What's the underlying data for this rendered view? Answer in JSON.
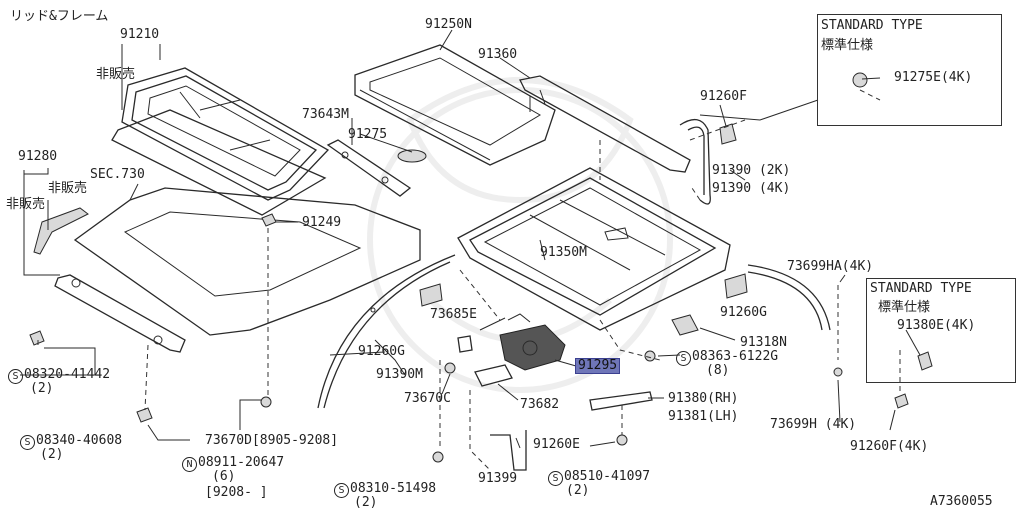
{
  "header": {
    "title": "リッド&フレーム"
  },
  "footer": {
    "figure_code": "A7360055"
  },
  "standard_box_1": {
    "title": "STANDARD TYPE",
    "subtitle": "標準仕様",
    "part": "91275E(4K)"
  },
  "standard_box_2": {
    "title": "STANDARD TYPE",
    "subtitle": "標準仕様",
    "part": "91380E(4K)"
  },
  "labels": {
    "p91210": "91210",
    "not_for_sale_1": "非販売",
    "p91250N": "91250N",
    "p91360": "91360",
    "p91260F": "91260F",
    "p91280": "91280",
    "not_for_sale_2": "非販売",
    "not_for_sale_3": "非販売",
    "sec730": "SEC.730",
    "p73643M": "73643M",
    "p91275": "91275",
    "p91390_2k": "91390 (2K)",
    "p91390_4k": "91390 (4K)",
    "p91249": "91249",
    "p91350M": "91350M",
    "p73699HA": "73699HA(4K)",
    "p91260G_r": "91260G",
    "p73685E": "73685E",
    "p91318N": "91318N",
    "p91260G_l": "91260G",
    "p91295": "91295",
    "p08363_num": "08363-6122G",
    "p08363_qty": "(8)",
    "p08320_num": "08320-41442",
    "p08320_qty": "(2)",
    "p91390M": "91390M",
    "p73670C": "73670C",
    "p73682": "73682",
    "p91380": "91380(RH)",
    "p91381": "91381(LH)",
    "p73699H": "73699H (4K)",
    "p08340_num": "08340-40608",
    "p08340_qty": "(2)",
    "p73670D": "73670D[8905-9208]",
    "p91260E": "91260E",
    "p91260F_4k": "91260F(4K)",
    "p08911_num": "08911-20647",
    "p08911_qty": "(6)",
    "p08911_date": "[9208-     ]",
    "p91399": "91399",
    "p08510_num": "08510-41097",
    "p08510_qty": "(2)",
    "p08310_num": "08310-51498",
    "p08310_qty": "(2)"
  },
  "symbols": {
    "s": "S",
    "n": "N"
  },
  "highlight": {
    "part": "91295",
    "color": "#6f76b8"
  }
}
